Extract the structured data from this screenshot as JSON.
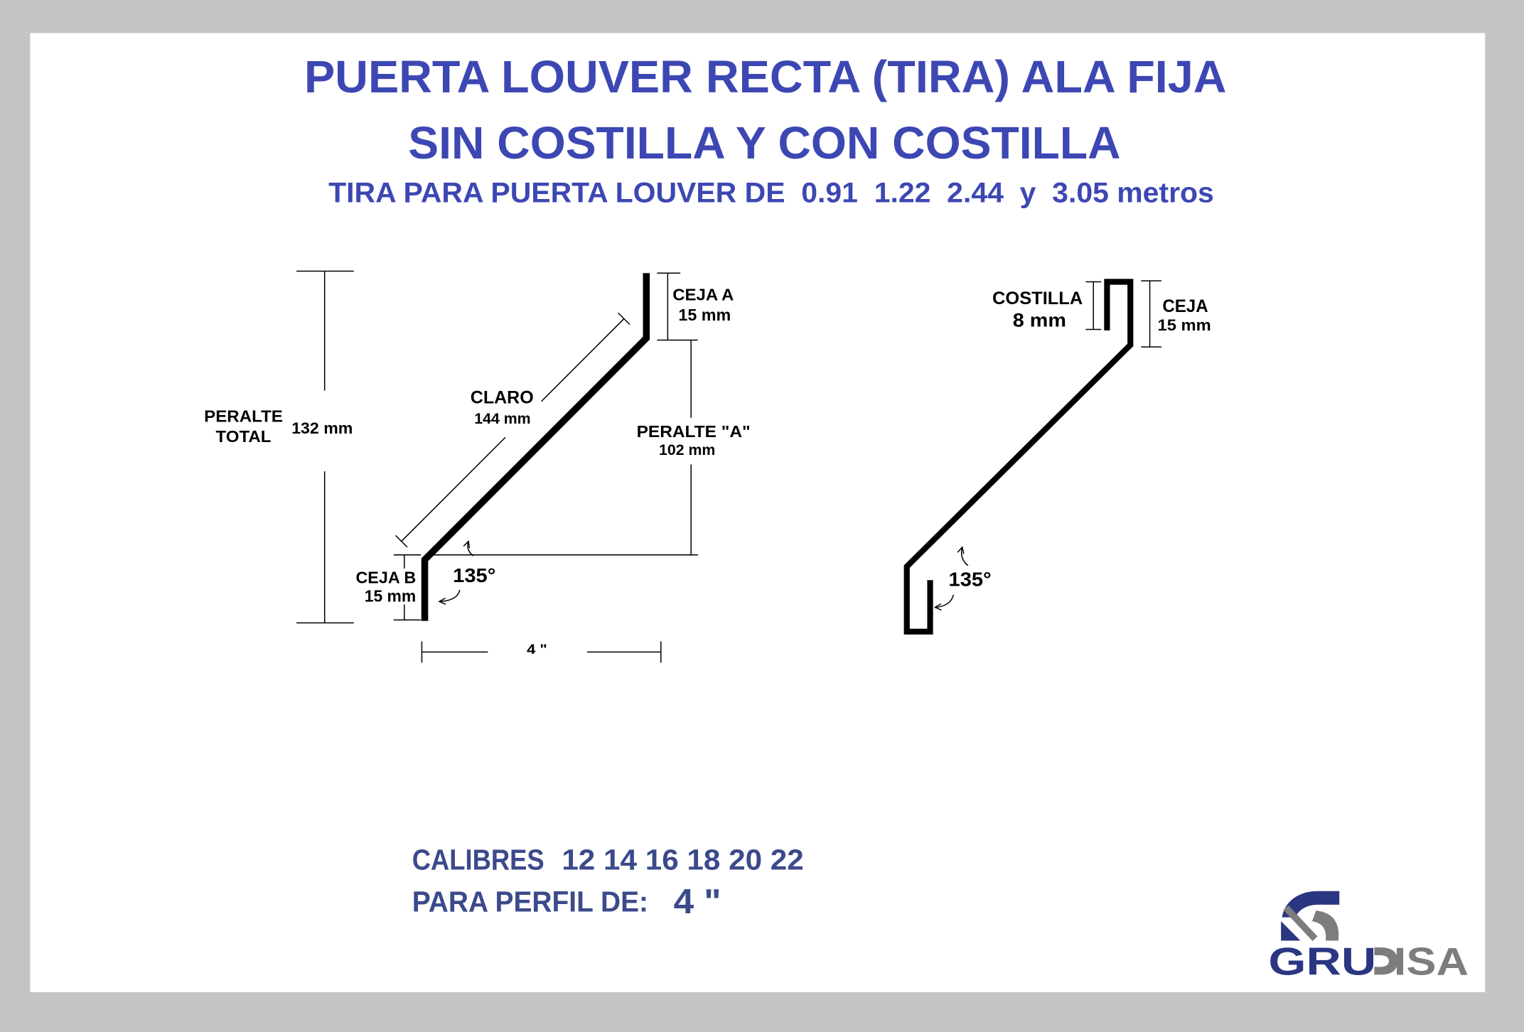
{
  "colors": {
    "frame": "#c4c4c4",
    "title": "#3d47b3",
    "specs": "#3b4a8b",
    "profile": "#000000",
    "logo_navy": "#2b3682",
    "logo_gray": "#7d7d7d"
  },
  "header": {
    "title_line1": "PUERTA LOUVER RECTA (TIRA) ALA FIJA",
    "title_line2": "SIN COSTILLA Y CON COSTILLA",
    "subtitle": "TIRA PARA PUERTA LOUVER DE  0.91  1.22  2.44  y  3.05 metros"
  },
  "profile_sin_costilla": {
    "peralte_total": {
      "label_line1": "PERALTE",
      "label_line2": "TOTAL",
      "value": "132 mm"
    },
    "ceja_a": {
      "label": "CEJA A",
      "value": "15 mm"
    },
    "claro": {
      "label": "CLARO",
      "value": "144 mm"
    },
    "peralte_a": {
      "label": "PERALTE \"A\"",
      "value": "102 mm"
    },
    "ceja_b": {
      "label": "CEJA B",
      "value": "15 mm"
    },
    "angle": "135°",
    "width": "4 \""
  },
  "profile_con_costilla": {
    "costilla": {
      "label": "COSTILLA",
      "value": "8 mm"
    },
    "ceja": {
      "label": "CEJA",
      "value": "15 mm"
    },
    "angle": "135°"
  },
  "specs": {
    "calibres_label": "CALIBRES",
    "calibres_values": "12 14 16 18 20 22",
    "perfil_label": "PARA PERFIL DE:",
    "perfil_value": "4 \""
  },
  "logo": {
    "text_left": "GRU",
    "text_right": "ISA"
  }
}
